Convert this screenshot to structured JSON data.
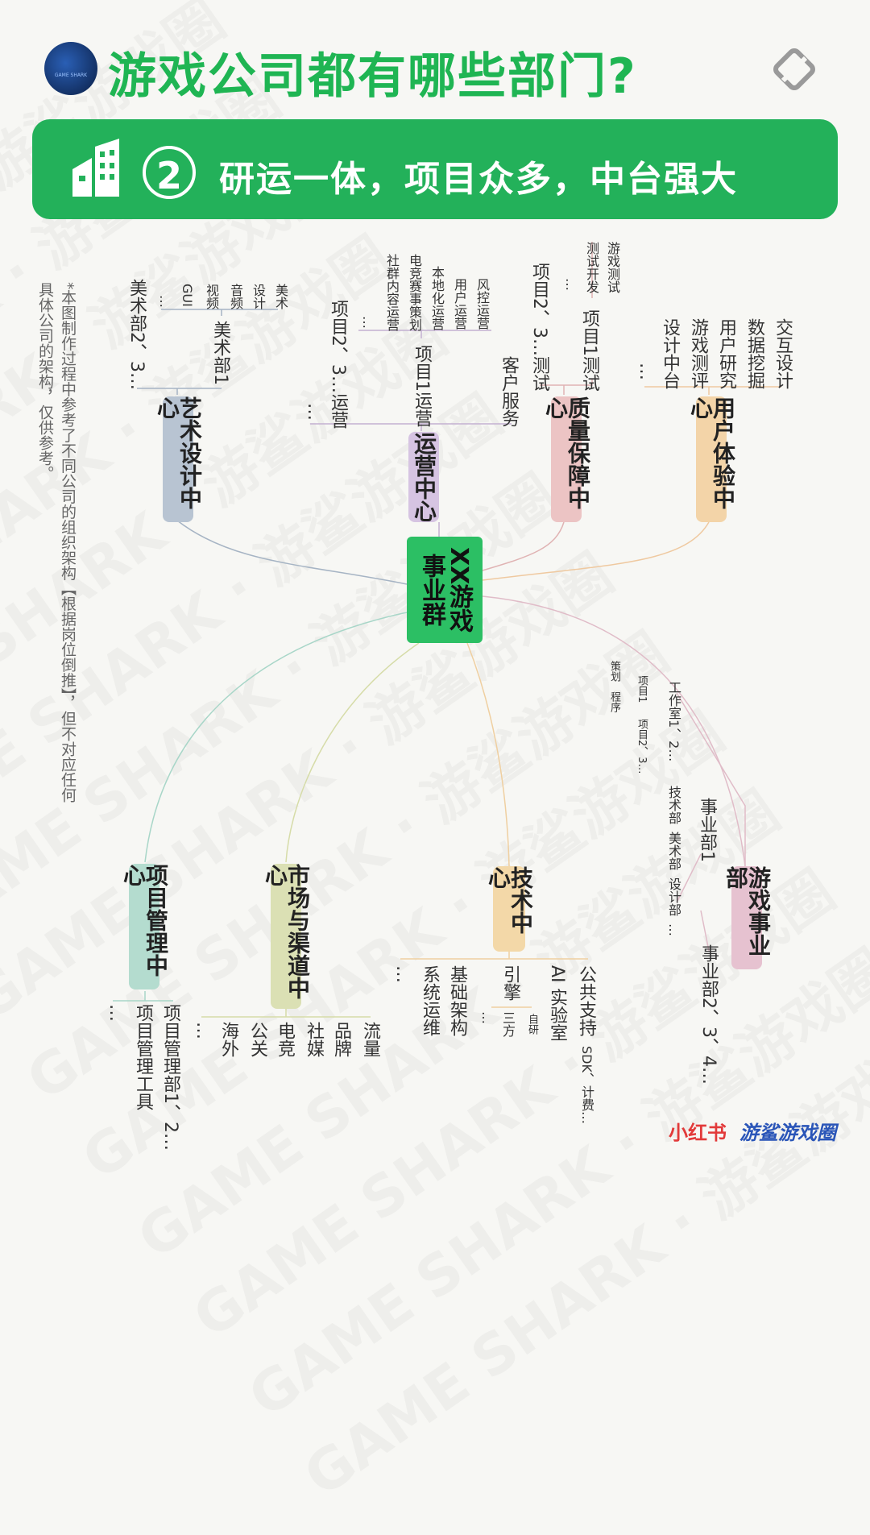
{
  "header": {
    "title": "游戏公司都有哪些部门?",
    "logo_text": "GAME SHARK"
  },
  "banner": {
    "number": "2",
    "text": "研运一体，项目众多，中台强大"
  },
  "watermark": "GAME SHARK · 游鲨游戏圈",
  "center": {
    "line1": "XX游戏",
    "line2": "事业群"
  },
  "ux": {
    "title": "用户体验中心",
    "items": [
      "交互设计",
      "数据挖掘",
      "用户研究",
      "游戏测评",
      "设计中台",
      "…"
    ]
  },
  "qa": {
    "title": "质量保障中心",
    "p1": "项目1测试",
    "p1_items": [
      "游戏测试",
      "测试开发",
      "…"
    ],
    "p2": "项目2、3…测试"
  },
  "ops": {
    "title": "运营中心",
    "customer": "客户服务",
    "p1": "项目1运营",
    "p1_items": [
      "风控运营",
      "用户运营",
      "本地化运营",
      "电竞赛事策划",
      "社群内容运营",
      "…"
    ],
    "p2": "项目2、3…运营",
    "more": "…"
  },
  "art": {
    "title": "艺术设计中心",
    "d1": "美术部1",
    "d1_items": [
      "美术",
      "设计",
      "音频",
      "视频",
      "GUI",
      "…"
    ],
    "d2": "美术部2、3…"
  },
  "game": {
    "title": "游戏事业部",
    "bu1": "事业部1",
    "studio": "工作室1、2…",
    "p1": "项目1",
    "p1_items": [
      "策划",
      "程序"
    ],
    "p2": "项目2、3…",
    "bu1_items": [
      "技术部",
      "美术部",
      "设计部",
      "…"
    ],
    "bu2": "事业部2、3、4…"
  },
  "tech": {
    "title": "技术中心",
    "public": "公共支持",
    "sdk": "SDK、计费…",
    "ai": "AI 实验室",
    "engine": "引擎",
    "engine_items": [
      "自研",
      "三方"
    ],
    "engine_more": "…",
    "infra": "基础架构",
    "sre": "系统运维",
    "more": "…"
  },
  "market": {
    "title": "市场与渠道中心",
    "items": [
      "流量",
      "品牌",
      "社媒",
      "电竞",
      "公关",
      "海外",
      "…"
    ]
  },
  "pm": {
    "title": "项目管理中心",
    "items": [
      "项目管理部1、2…",
      "项目管理工具",
      "…"
    ]
  },
  "note": {
    "line1": "*本图制作过程中参考了不同公司的组织架构【根据岗位倒推】，但不对应任何",
    "line2": "具体公司的架构，仅供参考。"
  },
  "brand": {
    "red": "小红书",
    "blue": "游鲨游戏圈"
  }
}
